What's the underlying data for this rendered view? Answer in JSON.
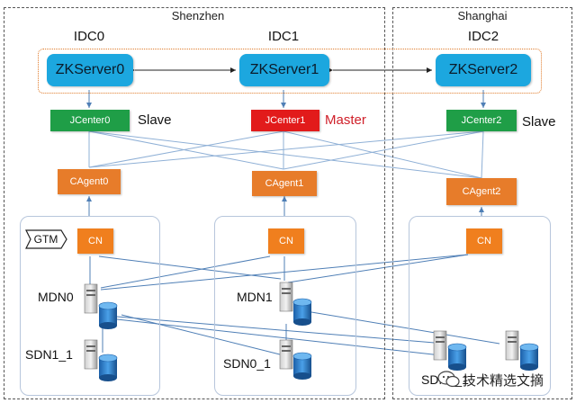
{
  "regions": {
    "shenzhen": "Shenzhen",
    "shanghai": "Shanghai"
  },
  "idcs": [
    "IDC0",
    "IDC1",
    "IDC2"
  ],
  "zkservers": [
    "ZKServer0",
    "ZKServer1",
    "ZKServer2"
  ],
  "jcenters": [
    {
      "label": "JCenter0",
      "role": "Slave",
      "color": "#1f9e47"
    },
    {
      "label": "JCenter1",
      "role": "Master",
      "color": "#e21b1b"
    },
    {
      "label": "JCenter2",
      "role": "Slave",
      "color": "#1f9e47"
    }
  ],
  "role_colors": {
    "Slave": "#111111",
    "Master": "#d0202a"
  },
  "cagents": [
    "CAgent0",
    "CAgent1",
    "CAgent2"
  ],
  "cn_label": "CN",
  "gtm_label": "GTM",
  "nodes": {
    "mdn0": "MDN0",
    "mdn1": "MDN1",
    "sdn1_1": "SDN1_1",
    "sdn0_1": "SDN0_1",
    "sdn_shanghai": "SDN0_1"
  },
  "icons": [
    "server-icon",
    "database-icon",
    "wechat-icon"
  ],
  "watermark": "技术精选文摘"
}
